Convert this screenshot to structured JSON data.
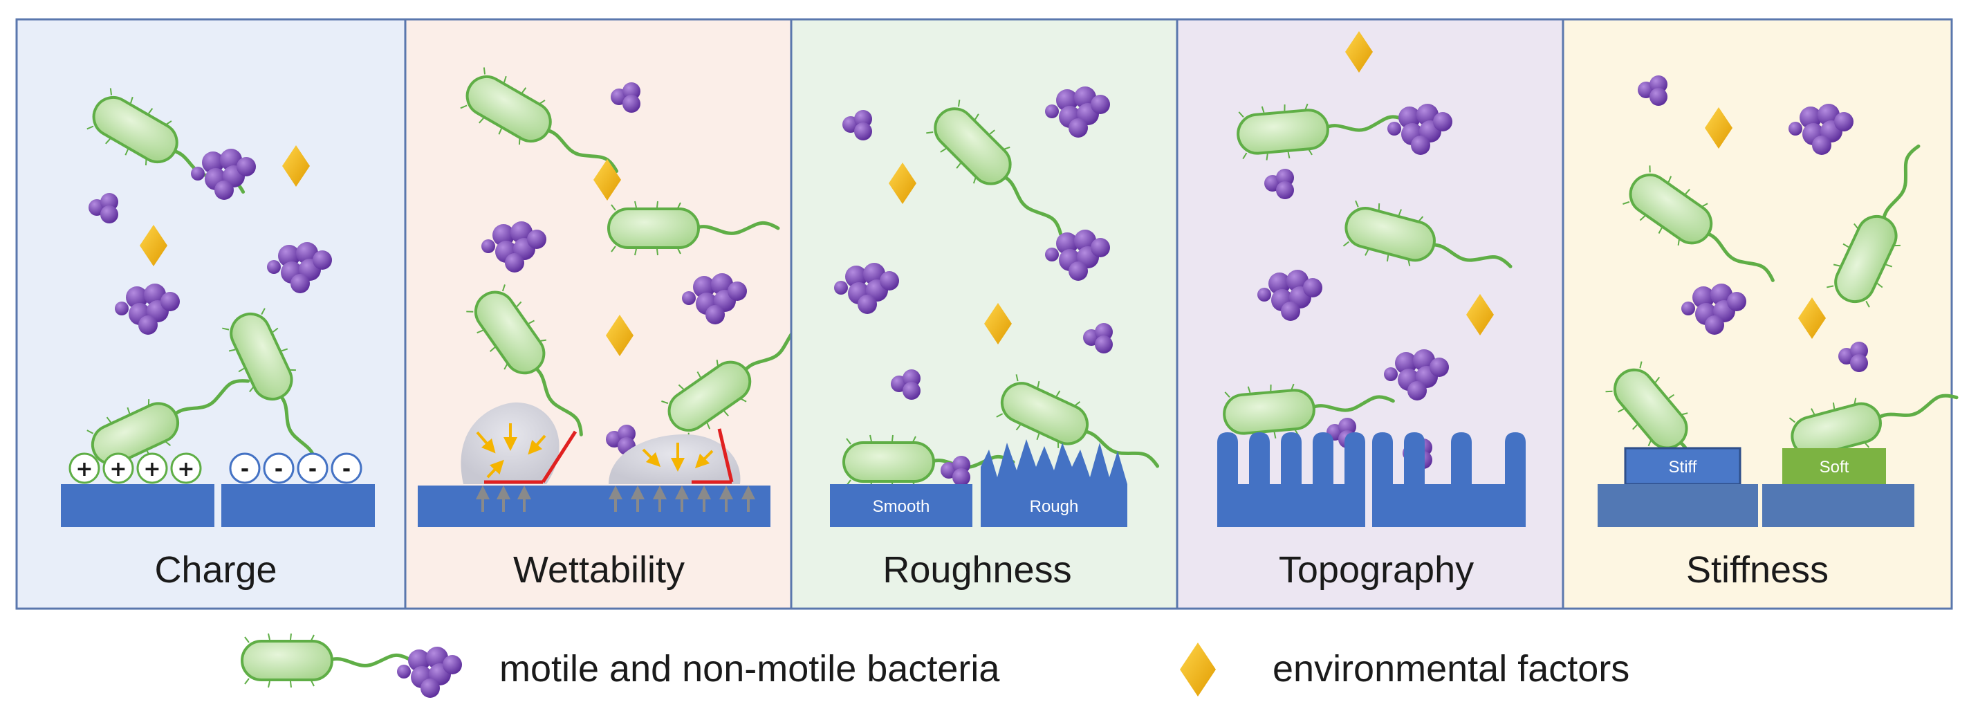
{
  "panels": [
    {
      "id": "charge",
      "title": "Charge",
      "bg": "#e8eef9"
    },
    {
      "id": "wettability",
      "title": "Wettability",
      "bg": "#fbeee8"
    },
    {
      "id": "roughness",
      "title": "Roughness",
      "bg": "#e9f3e8"
    },
    {
      "id": "topography",
      "title": "Topography",
      "bg": "#ece6f2"
    },
    {
      "id": "stiffness",
      "title": "Stiffness",
      "bg": "#fdf6e2"
    }
  ],
  "charge": {
    "positive_sign": "+",
    "negative_sign": "-"
  },
  "roughness": {
    "smooth_label": "Smooth",
    "rough_label": "Rough"
  },
  "stiffness": {
    "stiff_label": "Stiff",
    "soft_label": "Soft"
  },
  "legend": {
    "bacteria_label": "motile and non-motile bacteria",
    "factors_label": "environmental factors"
  },
  "colors": {
    "border": "#5a77ad",
    "substrate": "#4472c4",
    "bacterium_fill": "#c9e7b4",
    "bacterium_stroke": "#5fae46",
    "cluster": "#7b4fb2",
    "diamond": "#f5b400",
    "contact_line": "#e02020",
    "soft_layer": "#7cb342"
  }
}
